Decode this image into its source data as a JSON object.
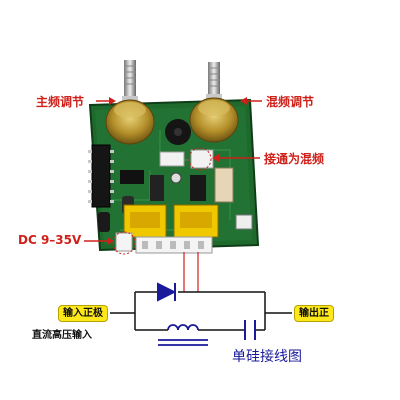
{
  "labels": {
    "main_freq": "主频调节",
    "mix_freq": "混频调节",
    "connect_mix": "接通为混频",
    "dc_range": "DC 9–35V"
  },
  "diagram": {
    "input_positive": "输入正极",
    "input_desc": "直流高压输入",
    "output_positive": "输出正",
    "title": "单硅接线图"
  },
  "colors": {
    "pcb": "#1e6a2c",
    "annotation_red": "#d0201a",
    "diagram_blue": "#1a1a9a",
    "terminal_yellow": "#ffe81a"
  }
}
